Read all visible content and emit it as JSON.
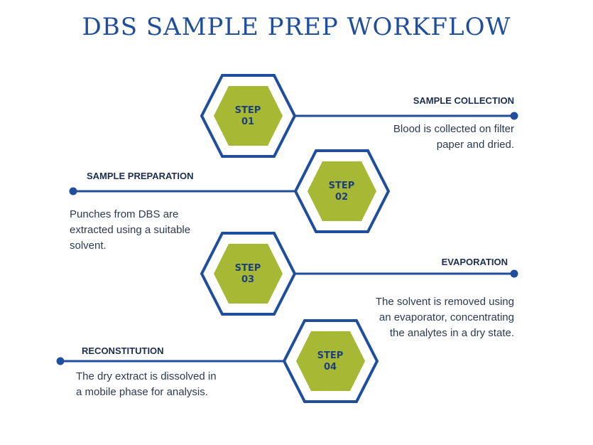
{
  "title": "DBS SAMPLE PREP WORKFLOW",
  "colors": {
    "primary": "#1f4e9c",
    "accent": "#a7b934",
    "text": "#2b3a52"
  },
  "steps": [
    {
      "step": "STEP",
      "number": "01",
      "heading": "SAMPLE COLLECTION",
      "description_lines": [
        "Blood is collected on filter",
        "paper and dried."
      ]
    },
    {
      "step": "STEP",
      "number": "02",
      "heading": "SAMPLE PREPARATION",
      "description_lines": [
        "Punches from DBS are",
        "extracted using a suitable",
        "solvent."
      ]
    },
    {
      "step": "STEP",
      "number": "03",
      "heading": "EVAPORATION",
      "description_lines": [
        "The solvent is removed using",
        "an evaporator, concentrating",
        "the analytes in a dry state."
      ]
    },
    {
      "step": "STEP",
      "number": "04",
      "heading": "RECONSTITUTION",
      "description_lines": [
        "The dry extract is dissolved in",
        "a mobile phase for analysis."
      ]
    }
  ]
}
